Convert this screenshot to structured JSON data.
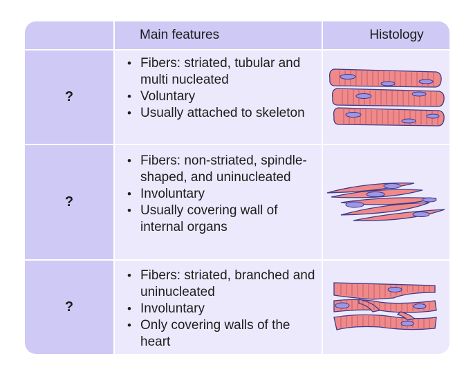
{
  "header": {
    "main_features": "Main features",
    "histology": "Histology"
  },
  "rows": [
    {
      "question": "?",
      "features": [
        "Fibers: striated, tubular and multi nucleated",
        "Voluntary",
        "Usually attached to skeleton"
      ],
      "histology_icon": "skeletal-muscle-icon"
    },
    {
      "question": "?",
      "features": [
        "Fibers: non-striated, spindle-shaped, and uninucleated",
        "Involuntary",
        "Usually covering wall of internal organs"
      ],
      "histology_icon": "smooth-muscle-icon"
    },
    {
      "question": "?",
      "features": [
        "Fibers: striated, branched and uninucleated",
        "Involuntary",
        "Only covering walls of the heart"
      ],
      "histology_icon": "cardiac-muscle-icon"
    }
  ],
  "colors": {
    "header_bg": "#cfc9f5",
    "cell_bg": "#ece9fc",
    "fiber_fill": "#f08a8a",
    "fiber_stroke": "#3d3a8a",
    "nucleus_fill": "#9f97e6"
  }
}
